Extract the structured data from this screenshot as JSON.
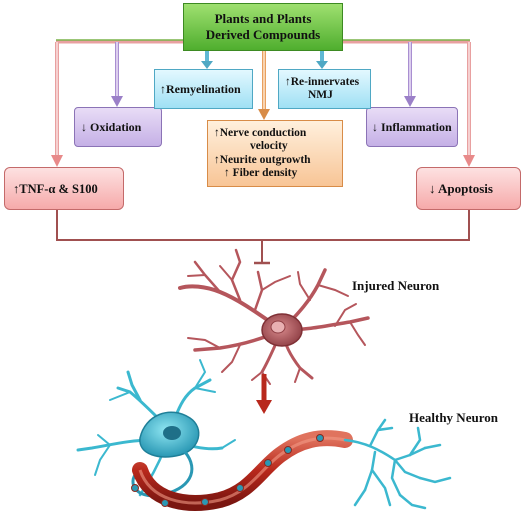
{
  "title": {
    "line1": "Plants and Plants",
    "line2": "Derived Compounds"
  },
  "effects": {
    "tnf": "↑TNF-α & S100",
    "oxidation": "↓ Oxidation",
    "remyelination": "↑Remyelination",
    "reinnervates_line1": "↑Re-innervates",
    "reinnervates_line2": "NMJ",
    "nerve_line1": "↑Nerve conduction",
    "nerve_line2": "velocity",
    "nerve_line3": "↑Neurite outgrowth",
    "nerve_line4": "↑ Fiber density",
    "inflammation": "↓ Inflammation",
    "apoptosis": "↓ Apoptosis"
  },
  "labels": {
    "injured": "Injured Neuron",
    "healthy": "Healthy Neuron"
  },
  "colors": {
    "green": "#4fae2e",
    "pink": "#f6aaaa",
    "purple": "#c5b0e6",
    "cyan": "#9fe0f4",
    "orange": "#f8c596",
    "connector": "#a05050",
    "neuron_injured": "#b5565c",
    "neuron_healthy": "#3bb8cf",
    "axon": "#c0392b"
  }
}
